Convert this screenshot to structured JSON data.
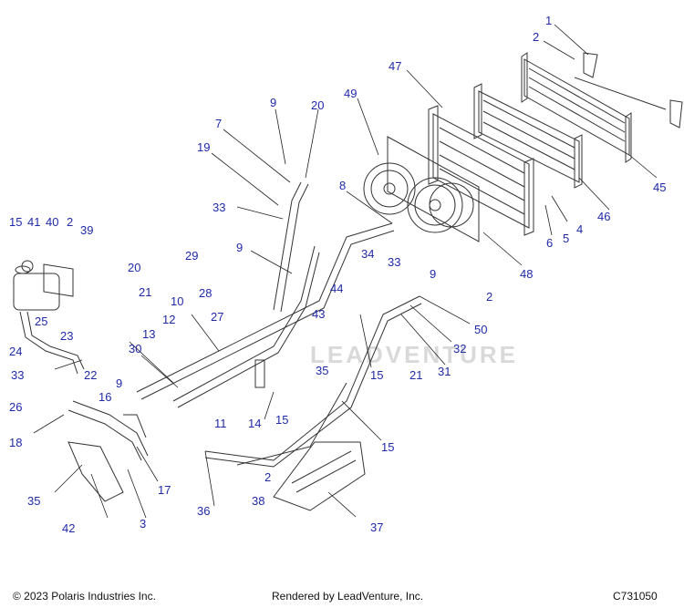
{
  "footer": {
    "copyright": "© 2023 Polaris Industries Inc.",
    "rendered_by": "Rendered by LeadVenture, Inc.",
    "diagram_code": "C731050"
  },
  "watermark": "LEADVENTURE",
  "callouts": [
    {
      "id": "c1",
      "label": "1"
    },
    {
      "id": "c2a",
      "label": "2"
    },
    {
      "id": "c47",
      "label": "47"
    },
    {
      "id": "c49",
      "label": "49"
    },
    {
      "id": "c9a",
      "label": "9"
    },
    {
      "id": "c20a",
      "label": "20"
    },
    {
      "id": "c7",
      "label": "7"
    },
    {
      "id": "c19",
      "label": "19"
    },
    {
      "id": "c8",
      "label": "8"
    },
    {
      "id": "c33a",
      "label": "33"
    },
    {
      "id": "c15a",
      "label": "15"
    },
    {
      "id": "c41",
      "label": "41"
    },
    {
      "id": "c40",
      "label": "40"
    },
    {
      "id": "c2b",
      "label": "2"
    },
    {
      "id": "c39",
      "label": "39"
    },
    {
      "id": "c45",
      "label": "45"
    },
    {
      "id": "c46",
      "label": "46"
    },
    {
      "id": "c4",
      "label": "4"
    },
    {
      "id": "c5",
      "label": "5"
    },
    {
      "id": "c6",
      "label": "6"
    },
    {
      "id": "c48",
      "label": "48"
    },
    {
      "id": "c9b",
      "label": "9"
    },
    {
      "id": "c2c",
      "label": "2"
    },
    {
      "id": "c29",
      "label": "29"
    },
    {
      "id": "c20b",
      "label": "20"
    },
    {
      "id": "c28",
      "label": "28"
    },
    {
      "id": "c27",
      "label": "27"
    },
    {
      "id": "c44",
      "label": "44"
    },
    {
      "id": "c43",
      "label": "43"
    },
    {
      "id": "c34",
      "label": "34"
    },
    {
      "id": "c33b",
      "label": "33"
    },
    {
      "id": "c50",
      "label": "50"
    },
    {
      "id": "c9c",
      "label": "9"
    },
    {
      "id": "c21a",
      "label": "21"
    },
    {
      "id": "c10",
      "label": "10"
    },
    {
      "id": "c12",
      "label": "12"
    },
    {
      "id": "c25",
      "label": "25"
    },
    {
      "id": "c23",
      "label": "23"
    },
    {
      "id": "c13",
      "label": "13"
    },
    {
      "id": "c24",
      "label": "24"
    },
    {
      "id": "c30",
      "label": "30"
    },
    {
      "id": "c33c",
      "label": "33"
    },
    {
      "id": "c22",
      "label": "22"
    },
    {
      "id": "c9d",
      "label": "9"
    },
    {
      "id": "c26",
      "label": "26"
    },
    {
      "id": "c16",
      "label": "16"
    },
    {
      "id": "c35a",
      "label": "35"
    },
    {
      "id": "c15b",
      "label": "15"
    },
    {
      "id": "c21b",
      "label": "21"
    },
    {
      "id": "c31",
      "label": "31"
    },
    {
      "id": "c32",
      "label": "32"
    },
    {
      "id": "c18",
      "label": "18"
    },
    {
      "id": "c11",
      "label": "11"
    },
    {
      "id": "c14",
      "label": "14"
    },
    {
      "id": "c15c",
      "label": "15"
    },
    {
      "id": "c15d",
      "label": "15"
    },
    {
      "id": "c17",
      "label": "17"
    },
    {
      "id": "c35b",
      "label": "35"
    },
    {
      "id": "c2d",
      "label": "2"
    },
    {
      "id": "c38",
      "label": "38"
    },
    {
      "id": "c36",
      "label": "36"
    },
    {
      "id": "c42",
      "label": "42"
    },
    {
      "id": "c3",
      "label": "3"
    },
    {
      "id": "c37",
      "label": "37"
    }
  ]
}
